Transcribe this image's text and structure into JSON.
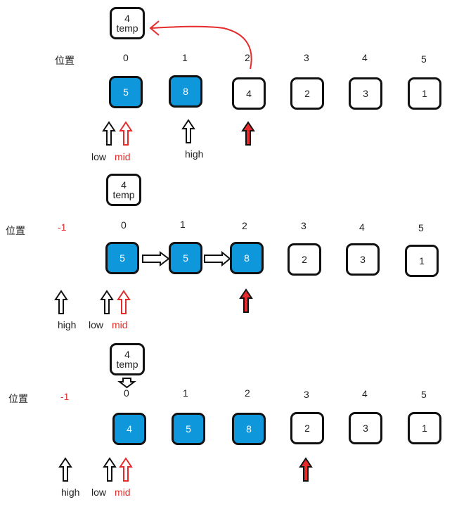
{
  "position_label": "位置",
  "minus_one": "-1",
  "indices": [
    "0",
    "1",
    "2",
    "3",
    "4",
    "5"
  ],
  "temp": {
    "value": "4",
    "label": "temp"
  },
  "pointers": {
    "low": "low",
    "mid": "mid",
    "high": "high"
  },
  "colors": {
    "blue": "#0f97dc",
    "red": "#e52b2b",
    "black": "#111111"
  },
  "rows": [
    {
      "cells": [
        {
          "value": "5",
          "highlight": true
        },
        {
          "value": "8",
          "highlight": true
        },
        {
          "value": "4",
          "highlight": false
        },
        {
          "value": "2",
          "highlight": false
        },
        {
          "value": "3",
          "highlight": false
        },
        {
          "value": "1",
          "highlight": false
        }
      ]
    },
    {
      "cells": [
        {
          "value": "5",
          "highlight": true
        },
        {
          "value": "5",
          "highlight": true
        },
        {
          "value": "8",
          "highlight": true
        },
        {
          "value": "2",
          "highlight": false
        },
        {
          "value": "3",
          "highlight": false
        },
        {
          "value": "1",
          "highlight": false
        }
      ]
    },
    {
      "cells": [
        {
          "value": "4",
          "highlight": true
        },
        {
          "value": "5",
          "highlight": true
        },
        {
          "value": "8",
          "highlight": true
        },
        {
          "value": "2",
          "highlight": false
        },
        {
          "value": "3",
          "highlight": false
        },
        {
          "value": "1",
          "highlight": false
        }
      ]
    }
  ]
}
